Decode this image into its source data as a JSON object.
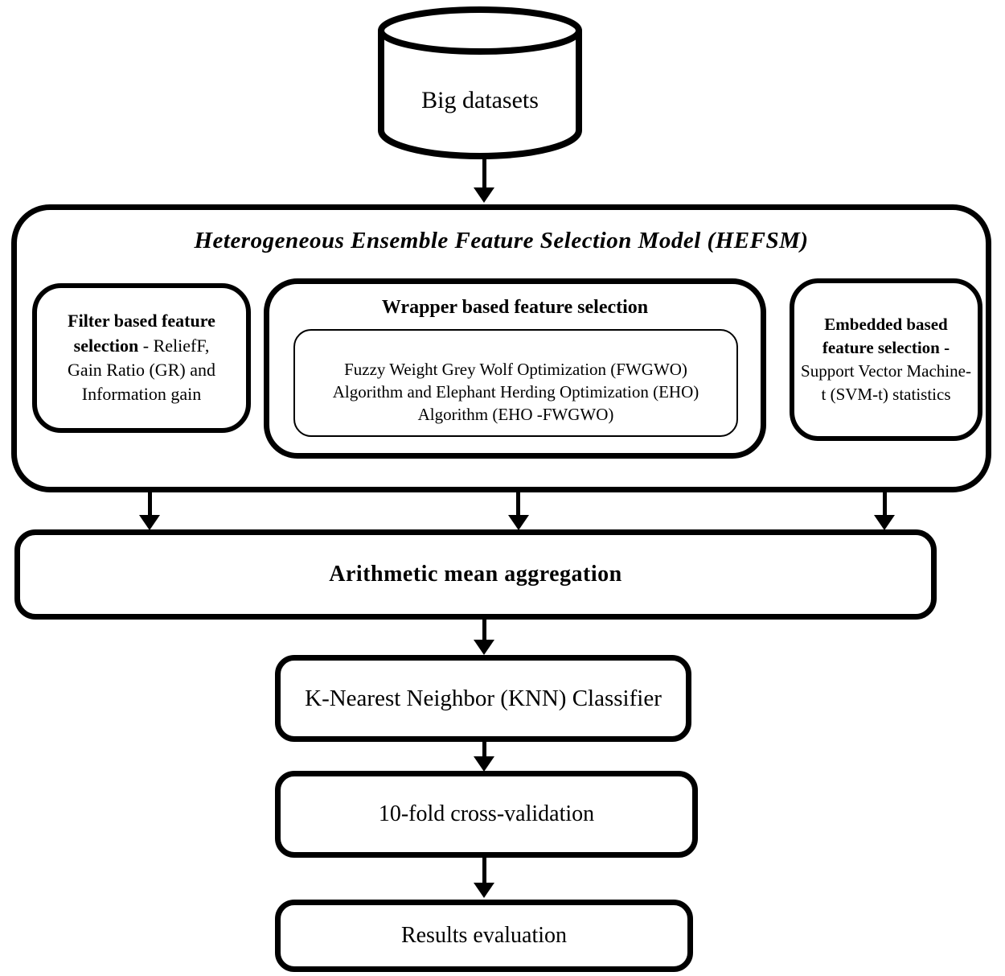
{
  "diagram_title": "Heterogeneous Ensemble Feature Selection Model flowchart",
  "accent_color": "#000000",
  "background_color": "#ffffff",
  "nodes": {
    "big_datasets": "Big datasets",
    "hefsm_title": "Heterogeneous Ensemble Feature Selection Model (HEFSM)",
    "filter": {
      "line1": "Filter based feature",
      "line2_bold": "selection",
      "line2_rest": " - ReliefF,",
      "line3": "Gain Ratio (GR) and",
      "line4": "Information gain"
    },
    "wrapper": {
      "title": "Wrapper based feature selection",
      "inner_line1": "Fuzzy Weight Grey Wolf Optimization (FWGWO)",
      "inner_line2": "Algorithm and Elephant Herding Optimization (EHO)",
      "inner_line3": "Algorithm (EHO -FWGWO)"
    },
    "embedded": {
      "line1": "Embedded based",
      "line2": "feature selection -",
      "line3": "Support Vector Machine-",
      "line4": "t (SVM-t) statistics"
    },
    "aggregation": "Arithmetic mean aggregation",
    "knn": "K-Nearest Neighbor (KNN) Classifier",
    "cross_validation": "10-fold cross-validation",
    "results": "Results evaluation"
  }
}
